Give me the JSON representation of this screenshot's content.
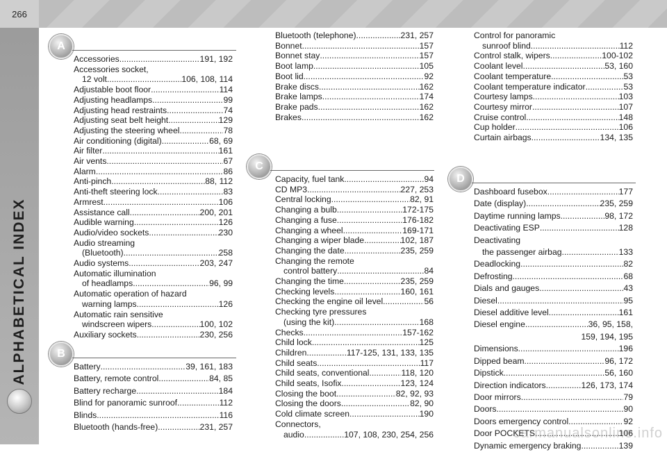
{
  "page_number": "266",
  "side_title": "ALPHABETICAL INDEX",
  "watermark": "carmanualsonline.info",
  "sections": {
    "A": {
      "letter": "A",
      "entries": [
        {
          "term": "Accessories",
          "pages": "191, 192"
        },
        {
          "term": "Accessories socket,",
          "pages": ""
        },
        {
          "term": "12 volt",
          "pages": "106, 108, 114",
          "indent": true
        },
        {
          "term": "Adjustable boot floor",
          "pages": "114"
        },
        {
          "term": "Adjusting headlamps",
          "pages": "99"
        },
        {
          "term": "Adjusting head restraints",
          "pages": "74"
        },
        {
          "term": "Adjusting seat belt height",
          "pages": "129"
        },
        {
          "term": "Adjusting the steering wheel",
          "pages": "78"
        },
        {
          "term": "Air conditioning (digital)",
          "pages": "68, 69"
        },
        {
          "term": "Air filter",
          "pages": "161"
        },
        {
          "term": "Air vents",
          "pages": "67"
        },
        {
          "term": "Alarm",
          "pages": "86"
        },
        {
          "term": "Anti-pinch",
          "pages": "88, 112"
        },
        {
          "term": "Anti-theft steering lock",
          "pages": "83"
        },
        {
          "term": "Armrest",
          "pages": "106"
        },
        {
          "term": "Assistance call",
          "pages": "200, 201"
        },
        {
          "term": "Audible warning",
          "pages": "126"
        },
        {
          "term": "Audio/video sockets",
          "pages": "230"
        },
        {
          "term": "Audio streaming",
          "pages": ""
        },
        {
          "term": "(Bluetooth)",
          "pages": "258",
          "indent": true
        },
        {
          "term": "Audio systems",
          "pages": "203, 247"
        },
        {
          "term": "Automatic illumination",
          "pages": ""
        },
        {
          "term": "of headlamps",
          "pages": "96, 99",
          "indent": true
        },
        {
          "term": "Automatic operation of hazard",
          "pages": ""
        },
        {
          "term": "warning lamps",
          "pages": "126",
          "indent": true
        },
        {
          "term": "Automatic rain sensitive",
          "pages": ""
        },
        {
          "term": "windscreen wipers",
          "pages": "100, 102",
          "indent": true
        },
        {
          "term": "Auxiliary sockets",
          "pages": "230, 256"
        }
      ]
    },
    "B1": {
      "letter": "B",
      "entries": [
        {
          "term": "Battery",
          "pages": "39, 161, 183"
        },
        {
          "term": "Battery, remote control",
          "pages": "84, 85"
        },
        {
          "term": "Battery recharge",
          "pages": "184"
        },
        {
          "term": "Blind for panoramic sunroof",
          "pages": "112"
        },
        {
          "term": "Blinds",
          "pages": "116"
        },
        {
          "term": "Bluetooth (hands-free)",
          "pages": "231, 257"
        }
      ]
    },
    "B2": {
      "entries": [
        {
          "term": "Bluetooth (telephone)",
          "pages": "231, 257"
        },
        {
          "term": "Bonnet",
          "pages": "157"
        },
        {
          "term": "Bonnet stay",
          "pages": "157"
        },
        {
          "term": "Boot lamp",
          "pages": "105"
        },
        {
          "term": "Boot lid",
          "pages": "92"
        },
        {
          "term": "Brake discs",
          "pages": "162"
        },
        {
          "term": "Brake lamps",
          "pages": "174"
        },
        {
          "term": "Brake pads",
          "pages": "162"
        },
        {
          "term": "Brakes",
          "pages": "162"
        }
      ]
    },
    "C1": {
      "letter": "C",
      "entries": [
        {
          "term": "Capacity, fuel tank",
          "pages": "94"
        },
        {
          "term": "CD MP3",
          "pages": "227, 253"
        },
        {
          "term": "Central locking",
          "pages": "82, 91"
        },
        {
          "term": "Changing a bulb",
          "pages": "172-175"
        },
        {
          "term": "Changing a fuse",
          "pages": "176-182"
        },
        {
          "term": "Changing a wheel",
          "pages": "169-171"
        },
        {
          "term": "Changing a wiper blade",
          "pages": "102, 187"
        },
        {
          "term": "Changing the date",
          "pages": "235, 259"
        },
        {
          "term": "Changing the remote",
          "pages": ""
        },
        {
          "term": "control battery",
          "pages": "84",
          "indent": true
        },
        {
          "term": "Changing the time",
          "pages": "235, 259"
        },
        {
          "term": "Checking levels",
          "pages": "160, 161"
        },
        {
          "term": "Checking the engine oil level",
          "pages": "56"
        },
        {
          "term": "Checking tyre pressures",
          "pages": ""
        },
        {
          "term": "(using the kit)",
          "pages": "168",
          "indent": true
        },
        {
          "term": "Checks",
          "pages": "157-162"
        },
        {
          "term": "Child lock",
          "pages": "125"
        },
        {
          "term": "Children",
          "pages": "117-125, 131, 133, 135"
        },
        {
          "term": "Child seats",
          "pages": "117"
        },
        {
          "term": "Child seats, conventional",
          "pages": "118, 120"
        },
        {
          "term": "Child seats, Isofix",
          "pages": "123, 124"
        },
        {
          "term": "Closing the boot",
          "pages": "82, 92, 93"
        },
        {
          "term": "Closing the doors",
          "pages": "82, 90"
        },
        {
          "term": "Cold climate screen",
          "pages": "190"
        },
        {
          "term": "Connectors,",
          "pages": ""
        },
        {
          "term": "audio",
          "pages": "107, 108, 230, 254, 256",
          "indent": true
        }
      ]
    },
    "C2": {
      "entries": [
        {
          "term": "Control for panoramic",
          "pages": ""
        },
        {
          "term": "sunroof blind",
          "pages": "112",
          "indent": true
        },
        {
          "term": "Control stalk, wipers",
          "pages": "100-102"
        },
        {
          "term": "Coolant level",
          "pages": "53, 160"
        },
        {
          "term": "Coolant temperature",
          "pages": "53"
        },
        {
          "term": "Coolant temperature indicator",
          "pages": "53"
        },
        {
          "term": "Courtesy lamps",
          "pages": "103"
        },
        {
          "term": "Courtesy mirror",
          "pages": "107"
        },
        {
          "term": "Cruise control",
          "pages": "148"
        },
        {
          "term": "Cup holder",
          "pages": "106"
        },
        {
          "term": "Curtain airbags",
          "pages": "134, 135"
        }
      ]
    },
    "D": {
      "letter": "D",
      "entries": [
        {
          "term": "Dashboard fusebox",
          "pages": "177"
        },
        {
          "term": "Date (display)",
          "pages": "235, 259"
        },
        {
          "term": "Daytime running lamps",
          "pages": "98, 172"
        },
        {
          "term": "Deactivating ESP",
          "pages": "128"
        },
        {
          "term": "Deactivating",
          "pages": ""
        },
        {
          "term": "the passenger airbag",
          "pages": "133",
          "indent": true
        },
        {
          "term": "Deadlocking",
          "pages": "82"
        },
        {
          "term": "Defrosting",
          "pages": "68"
        },
        {
          "term": "Dials and gauges",
          "pages": "43"
        },
        {
          "term": "Diesel",
          "pages": "95"
        },
        {
          "term": "Diesel additive level",
          "pages": "161"
        },
        {
          "term": "Diesel engine",
          "pages": "36, 95, 158,"
        },
        {
          "term": "",
          "pages": "159, 194, 195",
          "right": true
        },
        {
          "term": "Dimensions",
          "pages": "196"
        },
        {
          "term": "Dipped beam",
          "pages": "96, 172"
        },
        {
          "term": "Dipstick",
          "pages": "56, 160"
        },
        {
          "term": "Direction indicators",
          "pages": "126, 173, 174"
        },
        {
          "term": "Door mirrors",
          "pages": "79"
        },
        {
          "term": "Doors",
          "pages": "90"
        },
        {
          "term": "Doors emergency control",
          "pages": "92"
        },
        {
          "term": "Door POCKETS",
          "pages": "106"
        },
        {
          "term": "Dynamic emergency braking",
          "pages": "139"
        }
      ]
    }
  }
}
